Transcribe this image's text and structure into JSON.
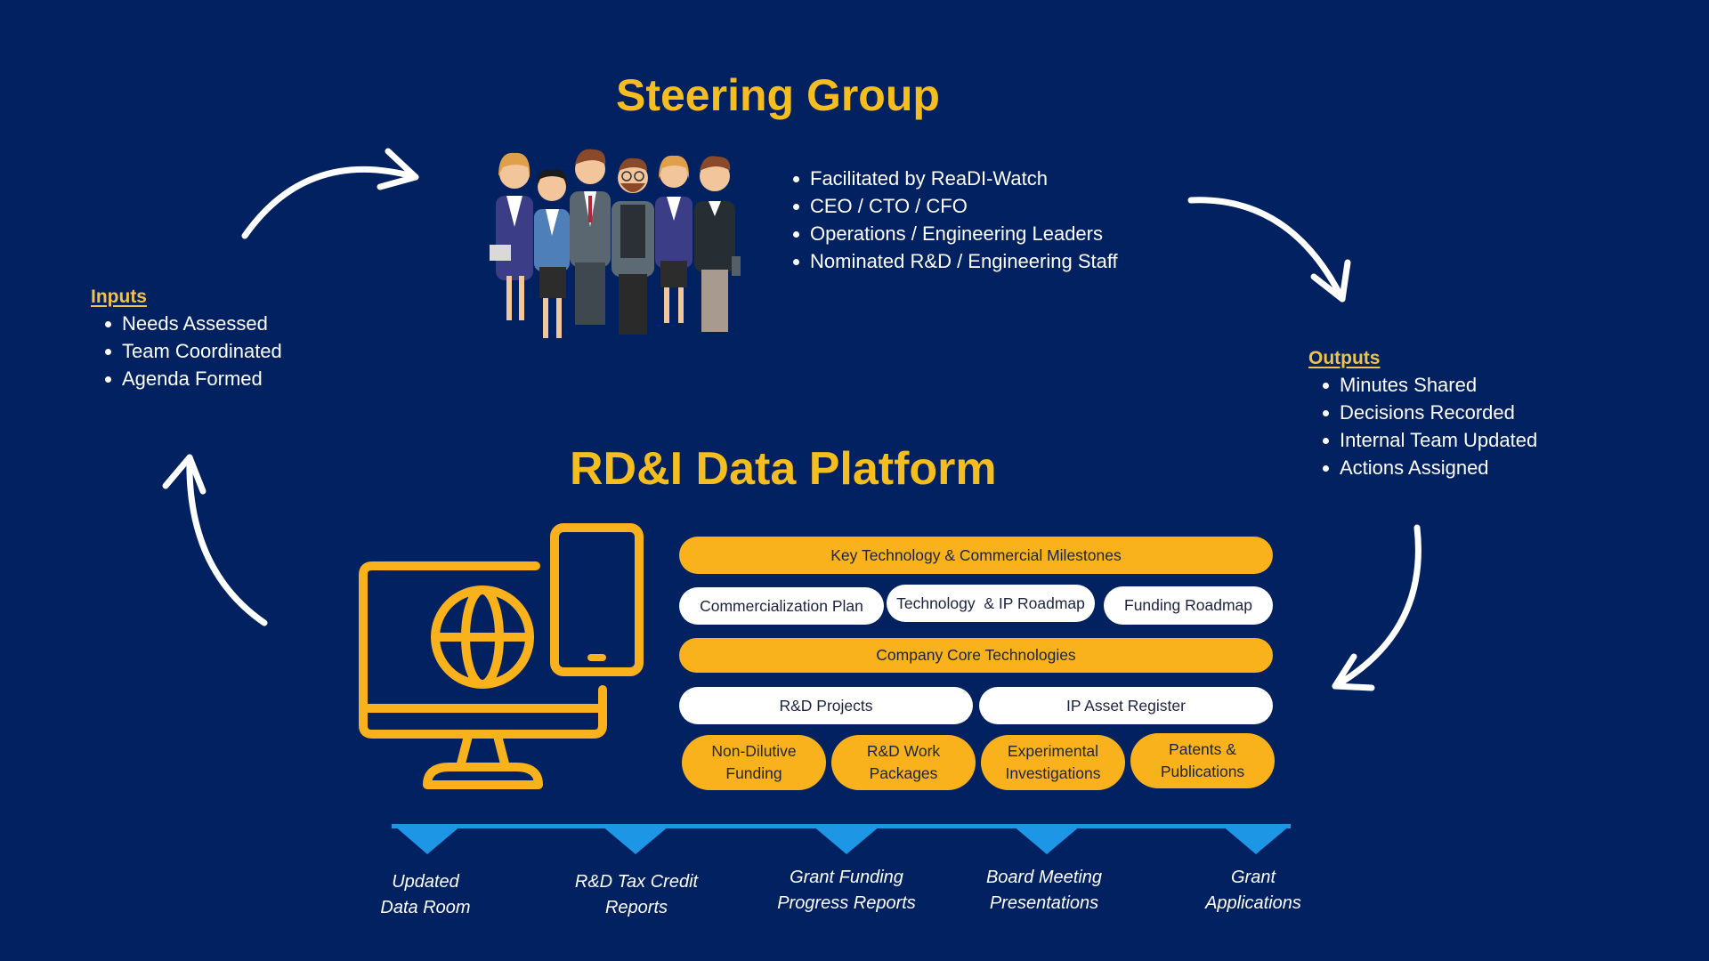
{
  "colors": {
    "background": "#022160",
    "accent_yellow": "#F9B21B",
    "title_yellow": "#F5BE1E",
    "timeline_blue": "#1E96E6",
    "pill_text": "#1c2340"
  },
  "steering": {
    "title": "Steering Group",
    "illustration": "team-of-six-people-illustration",
    "members": [
      "Facilitated by ReaDI-Watch",
      "CEO / CTO / CFO",
      "Operations / Engineering Leaders",
      "Nominated R&D / Engineering Staff"
    ]
  },
  "inputs": {
    "heading": "Inputs",
    "items": [
      "Needs Assessed",
      "Team Coordinated",
      "Agenda Formed"
    ]
  },
  "outputs": {
    "heading": "Outputs",
    "items": [
      "Minutes Shared",
      "Decisions Recorded",
      "Internal Team Updated",
      "Actions Assigned"
    ]
  },
  "platform": {
    "title": "RD&I Data Platform",
    "icon": "monitor-globe-tablet-icon",
    "rows": {
      "milestones": "Key Technology & Commercial Milestones",
      "plans": [
        "Commercialization Plan",
        "Technology  & IP Roadmap",
        "Funding Roadmap"
      ],
      "core": "Company Core Technologies",
      "registers": [
        "R&D Projects",
        "IP Asset Register"
      ],
      "activities": [
        {
          "line1": "Non-Dilutive",
          "line2": "Funding"
        },
        {
          "line1": "R&D Work",
          "line2": "Packages"
        },
        {
          "line1": "Experimental",
          "line2": "Investigations"
        },
        {
          "line1": "Patents &",
          "line2": "Publications"
        }
      ]
    }
  },
  "deliverables": [
    {
      "line1": "Updated",
      "line2": "Data Room"
    },
    {
      "line1": "R&D Tax Credit",
      "line2": "Reports"
    },
    {
      "line1": "Grant Funding",
      "line2": "Progress Reports"
    },
    {
      "line1": "Board Meeting",
      "line2": "Presentations"
    },
    {
      "line1": "Grant",
      "line2": "Applications"
    }
  ],
  "cycle_arrows": [
    "inputs-to-steering",
    "steering-to-outputs",
    "outputs-to-platform",
    "platform-to-inputs"
  ]
}
